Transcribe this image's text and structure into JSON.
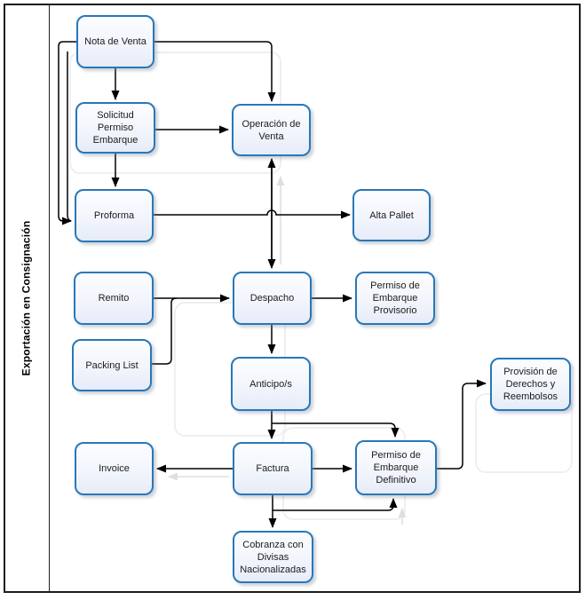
{
  "lane": {
    "title": "Exportación en Consignación"
  },
  "colors": {
    "node_border": "#2878b8",
    "node_fill_top": "#fcfdff",
    "node_fill_bottom": "#e6ecf8",
    "connector": "#000000",
    "ghost_connector": "#dcdfe4",
    "frame_border": "#1c1c1c"
  },
  "nodes": {
    "nota": {
      "label": "Nota de Venta"
    },
    "solicitud": {
      "label": "Solicitud Permiso Embarque"
    },
    "operacion": {
      "label": "Operación de Venta"
    },
    "proforma": {
      "label": "Proforma"
    },
    "alta_pallet": {
      "label": "Alta Pallet"
    },
    "remito": {
      "label": "Remito"
    },
    "despacho": {
      "label": "Despacho"
    },
    "permiso_provisorio": {
      "label": "Permiso de Embarque Provisorio"
    },
    "packing_list": {
      "label": "Packing List"
    },
    "anticipos": {
      "label": "Anticipo/s"
    },
    "provision": {
      "label": "Provisión de Derechos y Reembolsos"
    },
    "invoice": {
      "label": "Invoice"
    },
    "factura": {
      "label": "Factura"
    },
    "permiso_definitivo": {
      "label": "Permiso de Embarque Definitivo"
    },
    "cobranza": {
      "label": "Cobranza con Divisas Nacionalizadas"
    }
  },
  "edges": [
    {
      "from": "Nota de Venta",
      "to": "Solicitud Permiso Embarque"
    },
    {
      "from": "Nota de Venta",
      "to": "Operación de Venta"
    },
    {
      "from": "Nota de Venta",
      "to": "Proforma"
    },
    {
      "from": "Solicitud Permiso Embarque",
      "to": "Operación de Venta"
    },
    {
      "from": "Solicitud Permiso Embarque",
      "to": "Proforma"
    },
    {
      "from": "Proforma",
      "to": "Alta Pallet"
    },
    {
      "from": "Despacho",
      "to": "Operación de Venta"
    },
    {
      "from": "Operación de Venta",
      "to": "Despacho"
    },
    {
      "from": "Remito",
      "to": "Despacho"
    },
    {
      "from": "Packing List",
      "to": "Despacho"
    },
    {
      "from": "Despacho",
      "to": "Permiso de Embarque Provisorio"
    },
    {
      "from": "Despacho",
      "to": "Anticipo/s"
    },
    {
      "from": "Anticipo/s",
      "to": "Factura"
    },
    {
      "from": "Anticipo/s",
      "to": "Permiso de Embarque Definitivo"
    },
    {
      "from": "Factura",
      "to": "Invoice"
    },
    {
      "from": "Factura",
      "to": "Permiso de Embarque Definitivo"
    },
    {
      "from": "Factura",
      "to": "Cobranza con Divisas Nacionalizadas"
    },
    {
      "from": "Factura",
      "to": "Permiso de Embarque Definitivo (retorno)"
    },
    {
      "from": "Permiso de Embarque Definitivo",
      "to": "Provisión de Derechos y Reembolsos"
    }
  ]
}
